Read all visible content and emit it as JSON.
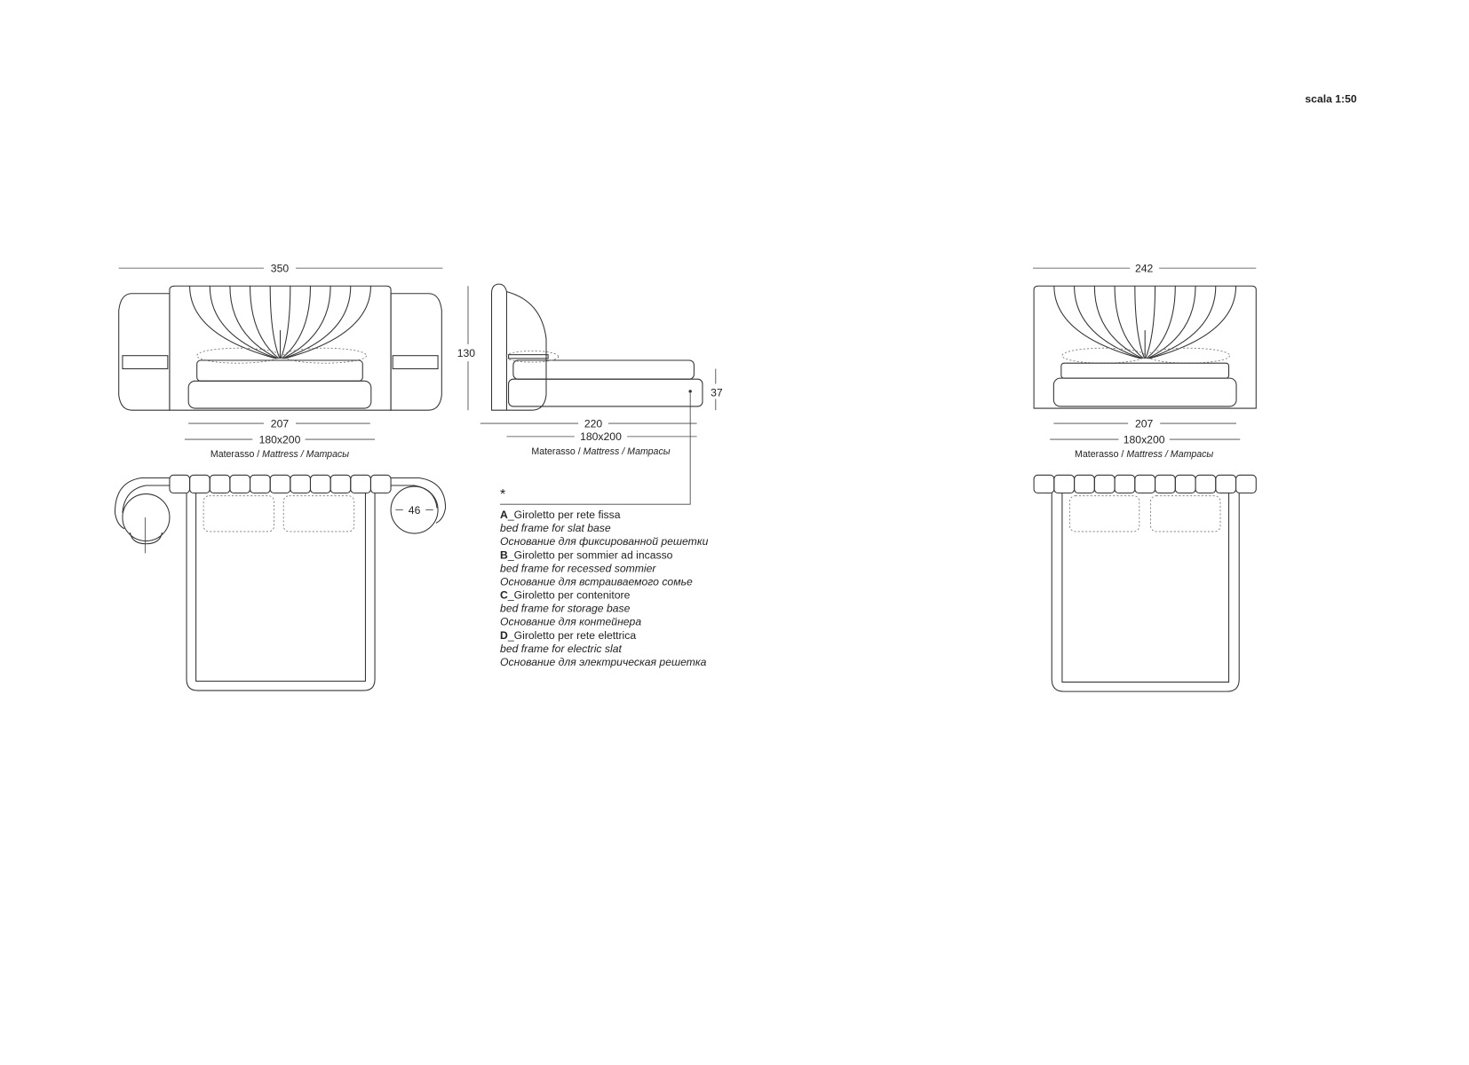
{
  "scale_label": "scala 1:50",
  "left_model": {
    "front_width": "350",
    "height": "130",
    "base_height": "37",
    "inner_width": "207",
    "depth": "220",
    "mattress_size_front": "180x200",
    "mattress_size_side": "180x200",
    "mattress_label": {
      "it": "Materasso /",
      "en": "Mattress /",
      "ru": "Матрасы"
    },
    "nightstand_diameter": "46"
  },
  "right_model": {
    "front_width": "242",
    "inner_width": "207",
    "mattress_size": "180x200",
    "mattress_label": {
      "it": "Materasso /",
      "en": "Mattress /",
      "ru": "Матрасы"
    }
  },
  "legend": {
    "marker": "*",
    "items": [
      {
        "letter": "A",
        "it": "_Giroletto per rete fissa",
        "en": "bed frame for slat base",
        "ru": "Основание для фиксированной решетки"
      },
      {
        "letter": "B",
        "it": "_Giroletto per sommier ad incasso",
        "en": "bed frame for recessed sommier",
        "ru": "Основание для встраиваемого сомье"
      },
      {
        "letter": "C",
        "it": "_Giroletto per contenitore",
        "en": "bed frame for storage base",
        "ru": "Основание для контейнера"
      },
      {
        "letter": "D",
        "it": "_Giroletto per rete elettrica",
        "en": "bed frame for electric slat",
        "ru": "Основание для электрическая решетка"
      }
    ]
  }
}
